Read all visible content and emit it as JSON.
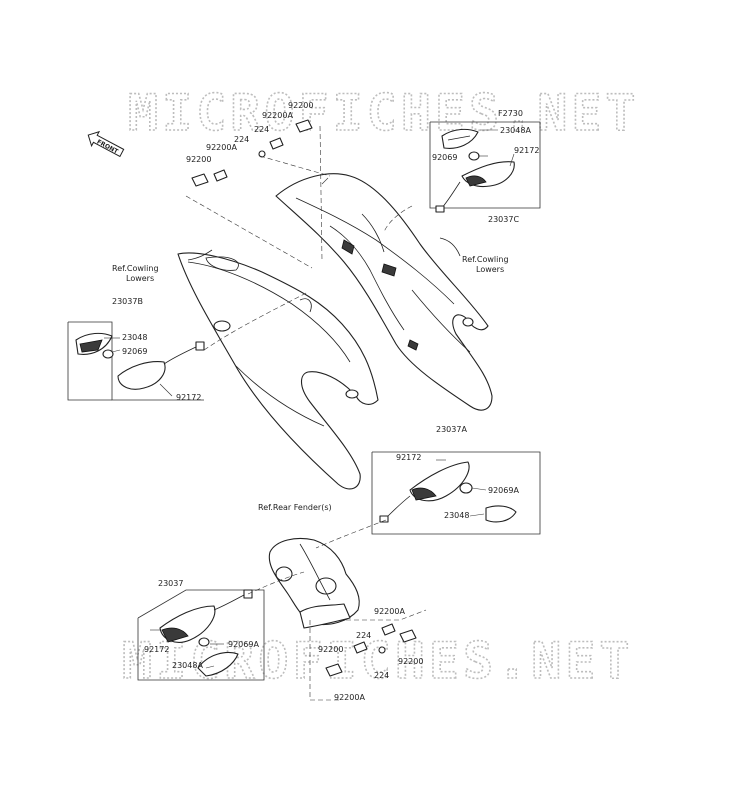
{
  "watermark": {
    "top": "MICROFICHES.NET",
    "bottom": "MICROFICHES.NET"
  },
  "front_arrow": "FRONT",
  "group_number": "F2730",
  "reference_notes": {
    "cowling_lowers_left": [
      "Ref.Cowling",
      "Lowers"
    ],
    "cowling_lowers_right": [
      "Ref.Cowling",
      "Lowers"
    ],
    "rear_fender": "Ref.Rear Fender(s)"
  },
  "part_labels": {
    "top_92200": "92200",
    "top_92200A_a": "92200A",
    "top_224_a": "224",
    "top_224_b": "224",
    "top_92200A_b": "92200A",
    "top_92200_b": "92200",
    "asm_23037C": "23037C",
    "c_23048A": "23048A",
    "c_92069": "92069",
    "c_92172": "92172",
    "asm_23037B": "23037B",
    "b_23048": "23048",
    "b_92069": "92069",
    "b_92172": "92172",
    "asm_23037A": "23037A",
    "a_92172": "92172",
    "a_92069A": "92069A",
    "a_23048": "23048",
    "asm_23037": "23037",
    "d_92172": "92172",
    "d_92069A": "92069A",
    "d_23048A": "23048A",
    "bot_92200A_a": "92200A",
    "bot_224_a": "224",
    "bot_92200_a": "92200",
    "bot_224_b": "224",
    "bot_92200_b": "92200",
    "bot_92200A_b": "92200A"
  }
}
